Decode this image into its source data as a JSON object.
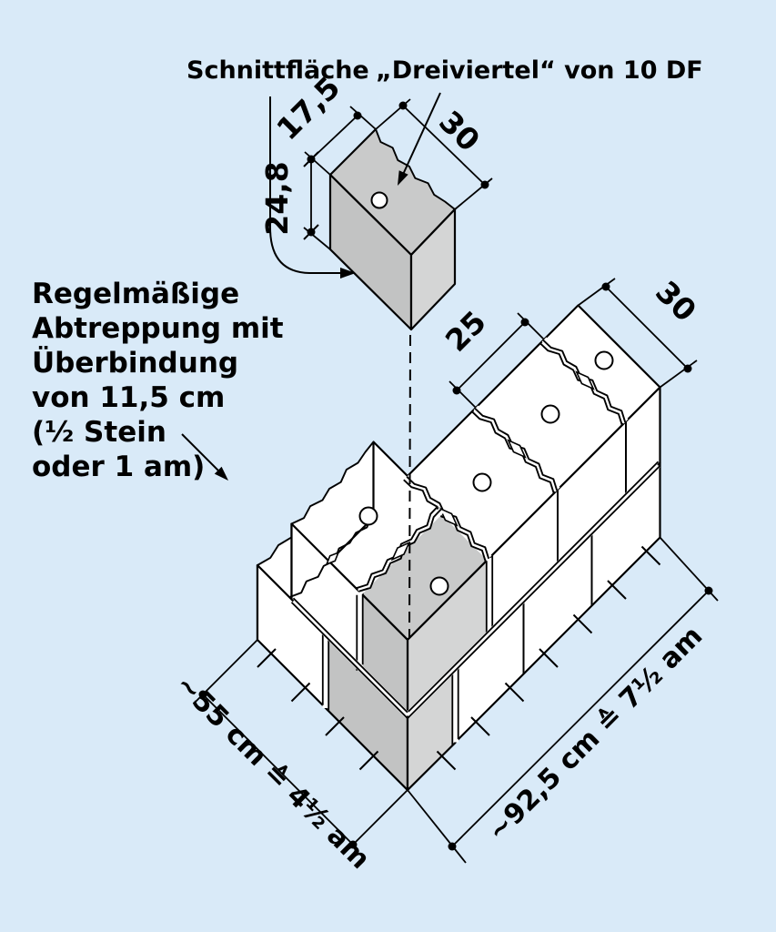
{
  "labels": {
    "cut_surface": "Schnittfläche",
    "three_quarter": "„Dreiviertel“ von 10 DF"
  },
  "note": {
    "lines": [
      "Regelmäßige",
      "Abtreppung mit",
      "Überbindung",
      "von 11,5 cm",
      "(½ Stein",
      "oder 1 am)"
    ]
  },
  "dimensions": {
    "cut_block_width": "17,5",
    "cut_block_height": "24,8",
    "cut_block_depth": "30",
    "wall_block_length": "25",
    "wall_thickness": "30",
    "left_wing_total": "~55 cm ≙ 4½ am",
    "right_wing_total": "~92,5 cm ≙ 7½ am"
  },
  "colors": {
    "background": "#d9eaf8",
    "face_white": "#ffffff",
    "face_top_grey": "#c9caca",
    "face_left_grey": "#c2c3c3",
    "face_right_grey": "#d4d5d5",
    "line": "#000000"
  }
}
